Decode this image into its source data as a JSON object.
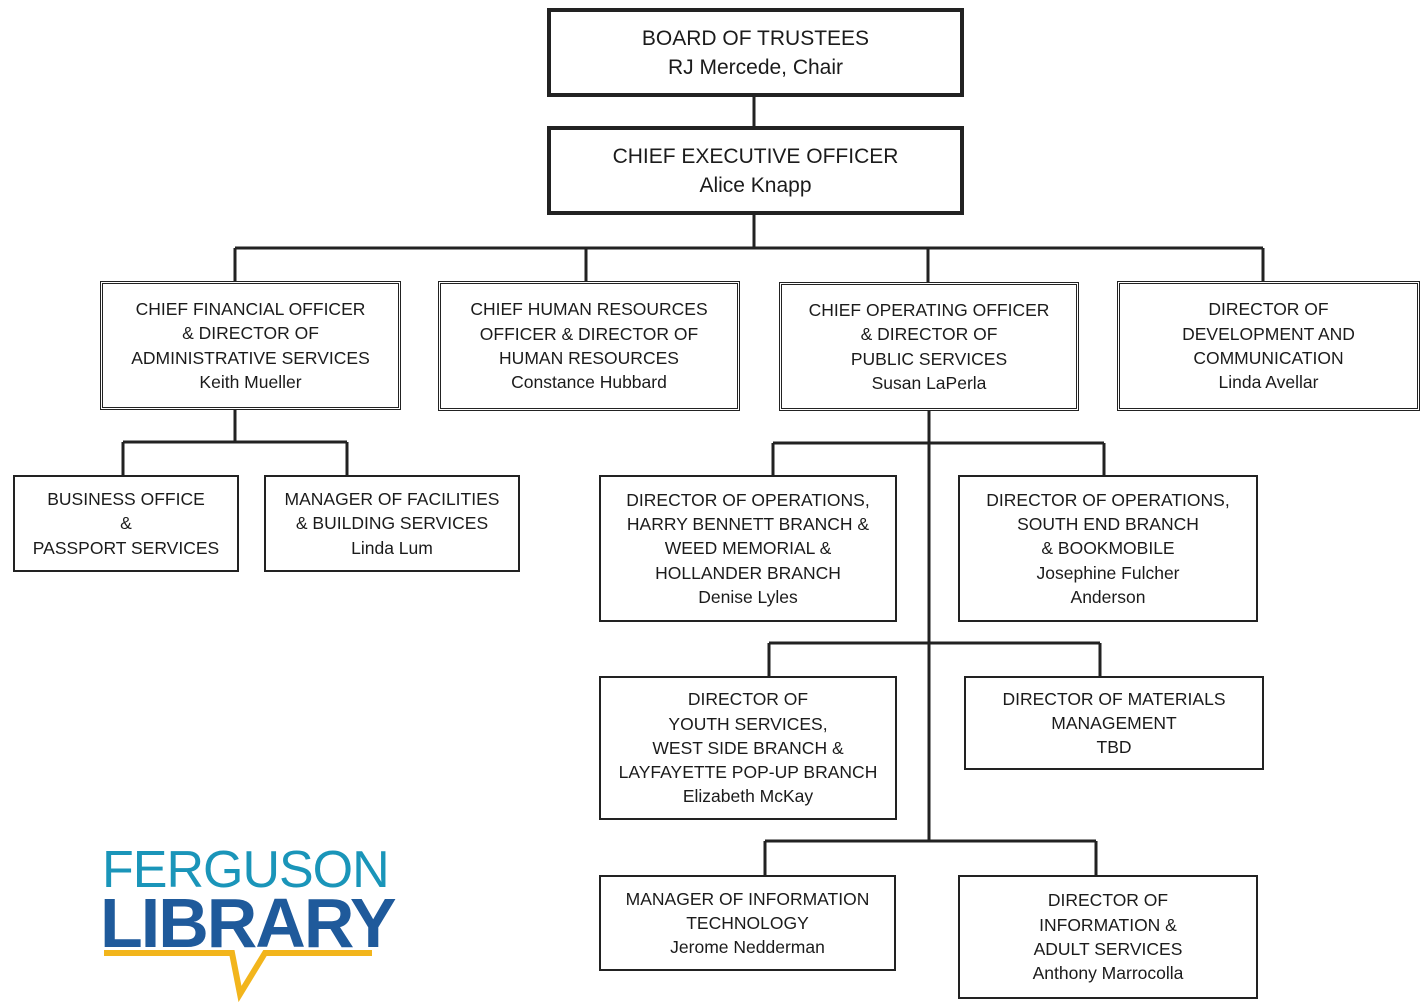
{
  "org_chart": {
    "board": {
      "lines": [
        "BOARD OF TRUSTEES",
        "RJ Mercede, Chair"
      ]
    },
    "ceo": {
      "lines": [
        "CHIEF EXECUTIVE OFFICER",
        "Alice Knapp"
      ]
    },
    "cfo": {
      "lines": [
        "CHIEF FINANCIAL OFFICER",
        "& DIRECTOR OF",
        "ADMINISTRATIVE SERVICES",
        "Keith Mueller"
      ]
    },
    "chro": {
      "lines": [
        "CHIEF HUMAN RESOURCES",
        "OFFICER & DIRECTOR OF",
        "HUMAN RESOURCES",
        "Constance Hubbard"
      ]
    },
    "coo": {
      "lines": [
        "CHIEF OPERATING OFFICER",
        "& DIRECTOR OF",
        "PUBLIC SERVICES",
        "Susan LaPerla"
      ]
    },
    "dev": {
      "lines": [
        "DIRECTOR OF",
        "DEVELOPMENT AND",
        "COMMUNICATION",
        "Linda Avellar"
      ]
    },
    "business": {
      "lines": [
        "BUSINESS OFFICE",
        "&",
        "PASSPORT SERVICES"
      ]
    },
    "facilities": {
      "lines": [
        "MANAGER OF FACILITIES",
        "& BUILDING SERVICES",
        "Linda Lum"
      ]
    },
    "ops_harry": {
      "lines": [
        "DIRECTOR OF OPERATIONS,",
        "HARRY BENNETT BRANCH &",
        "WEED MEMORIAL &",
        "HOLLANDER BRANCH",
        "Denise Lyles"
      ]
    },
    "ops_south": {
      "lines": [
        "DIRECTOR OF OPERATIONS,",
        "SOUTH END BRANCH",
        "& BOOKMOBILE",
        "Josephine Fulcher",
        "Anderson"
      ]
    },
    "youth": {
      "lines": [
        "DIRECTOR OF",
        "YOUTH SERVICES,",
        "WEST SIDE BRANCH &",
        "LAYFAYETTE POP-UP BRANCH",
        "Elizabeth McKay"
      ]
    },
    "materials": {
      "lines": [
        "DIRECTOR OF MATERIALS",
        "MANAGEMENT",
        "TBD"
      ]
    },
    "it": {
      "lines": [
        "MANAGER OF INFORMATION",
        "TECHNOLOGY",
        "Jerome Nedderman"
      ]
    },
    "adult": {
      "lines": [
        "DIRECTOR OF",
        "INFORMATION &",
        "ADULT SERVICES",
        "Anthony Marrocolla"
      ]
    }
  },
  "logo": {
    "line1": "FERGUSON",
    "line2": "LIBRARY",
    "color_top": "#1a95b9",
    "color_bottom": "#1f5a9b",
    "accent": "#f2b51c"
  }
}
